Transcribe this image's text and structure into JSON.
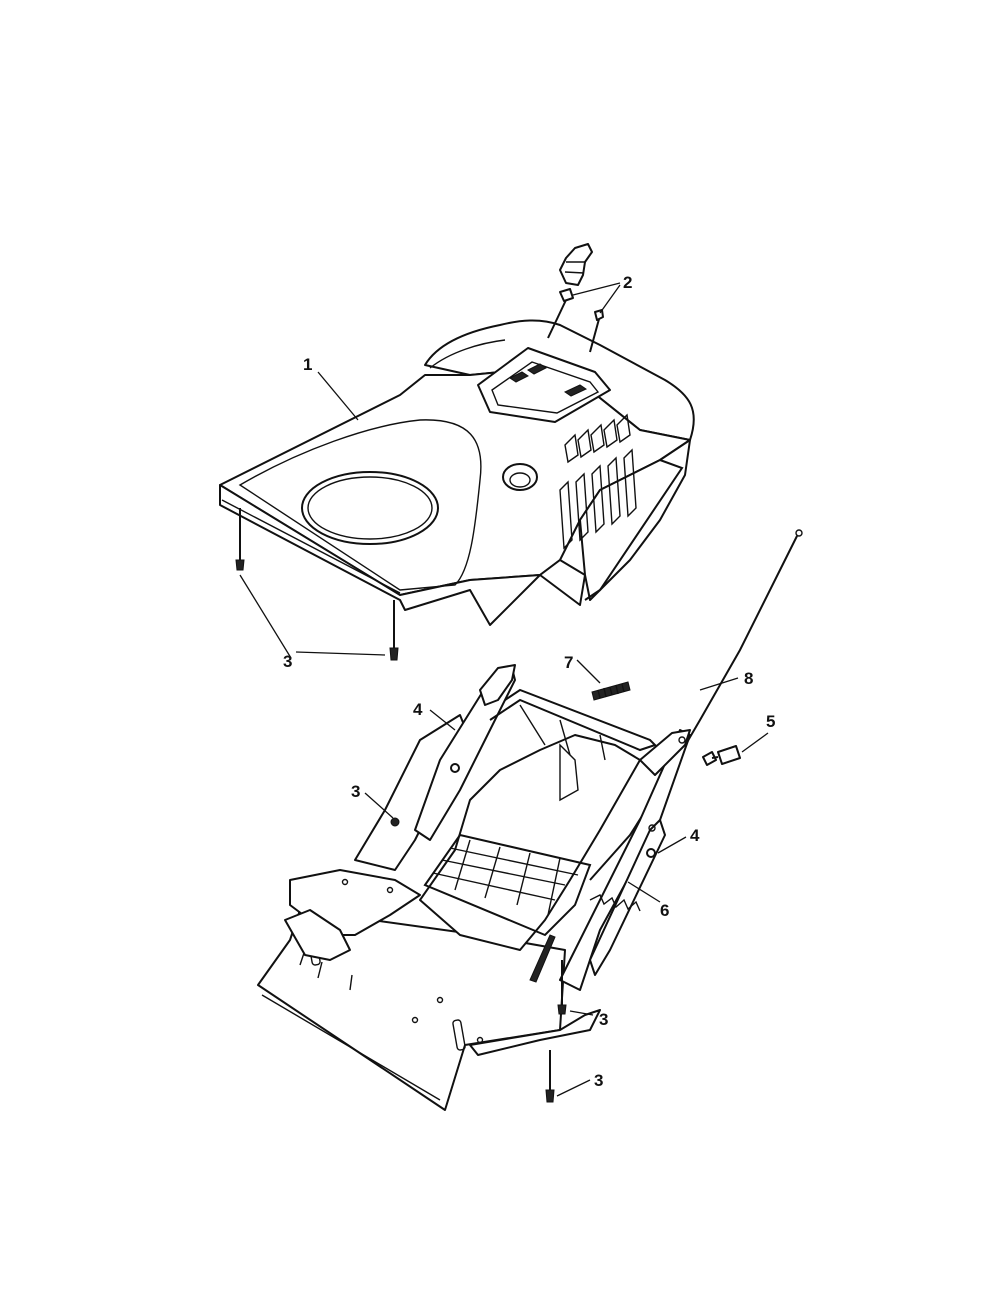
{
  "callouts": [
    {
      "id": "c1",
      "label": "1"
    },
    {
      "id": "c2",
      "label": "2"
    },
    {
      "id": "c3a",
      "label": "3"
    },
    {
      "id": "c3b",
      "label": "3"
    },
    {
      "id": "c3c",
      "label": "3"
    },
    {
      "id": "c3d",
      "label": "3"
    },
    {
      "id": "c4a",
      "label": "4"
    },
    {
      "id": "c4b",
      "label": "4"
    },
    {
      "id": "c5",
      "label": "5"
    },
    {
      "id": "c6",
      "label": "6"
    },
    {
      "id": "c7",
      "label": "7"
    },
    {
      "id": "c8",
      "label": "8"
    }
  ]
}
